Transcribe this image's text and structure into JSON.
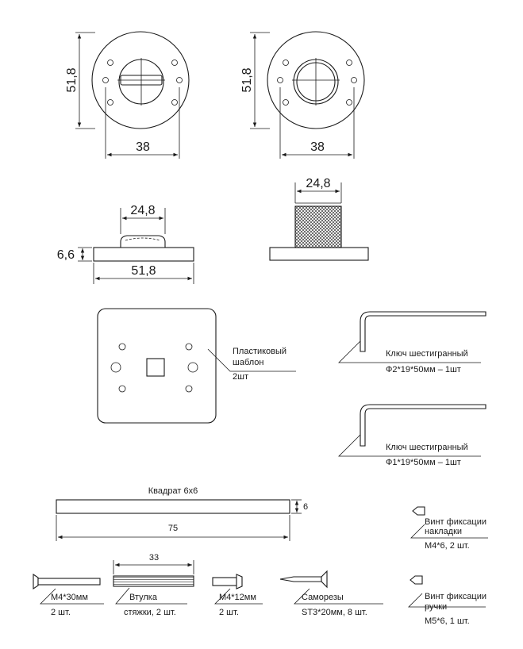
{
  "dimensions": {
    "rosette_height": "51,8",
    "rosette_width": "38",
    "knob_diameter": "24,8",
    "plate_thickness": "6,6",
    "plate_diameter": "51,8",
    "square_side": "6",
    "square_length": "75",
    "sleeve_length": "33"
  },
  "template": {
    "label_line1": "Пластиковый",
    "label_line2": "шаблон",
    "qty": "2шт"
  },
  "hex_keys": [
    {
      "name": "Ключ шестигранный",
      "spec": "Ф2*19*50мм – 1шт"
    },
    {
      "name": "Ключ шестигранный",
      "spec": "Ф1*19*50мм – 1шт"
    }
  ],
  "square": {
    "title": "Квадрат 6х6"
  },
  "screws": {
    "plate_screw": {
      "line1": "Винт фиксации",
      "line2": "накладки",
      "spec": "М4*6, 2 шт."
    },
    "handle_screw": {
      "line1": "Винт фиксации",
      "line2": "ручки",
      "spec": "М5*6, 1 шт."
    },
    "m4x30": {
      "name": "М4*30мм",
      "qty": "2 шт."
    },
    "sleeve": {
      "name": "Втулка",
      "qty": "стяжки, 2 шт."
    },
    "m4x12": {
      "name": "М4*12мм",
      "qty": "2 шт."
    },
    "self_tapping": {
      "name": "Саморезы",
      "qty": "ST3*20мм, 8 шт."
    }
  }
}
